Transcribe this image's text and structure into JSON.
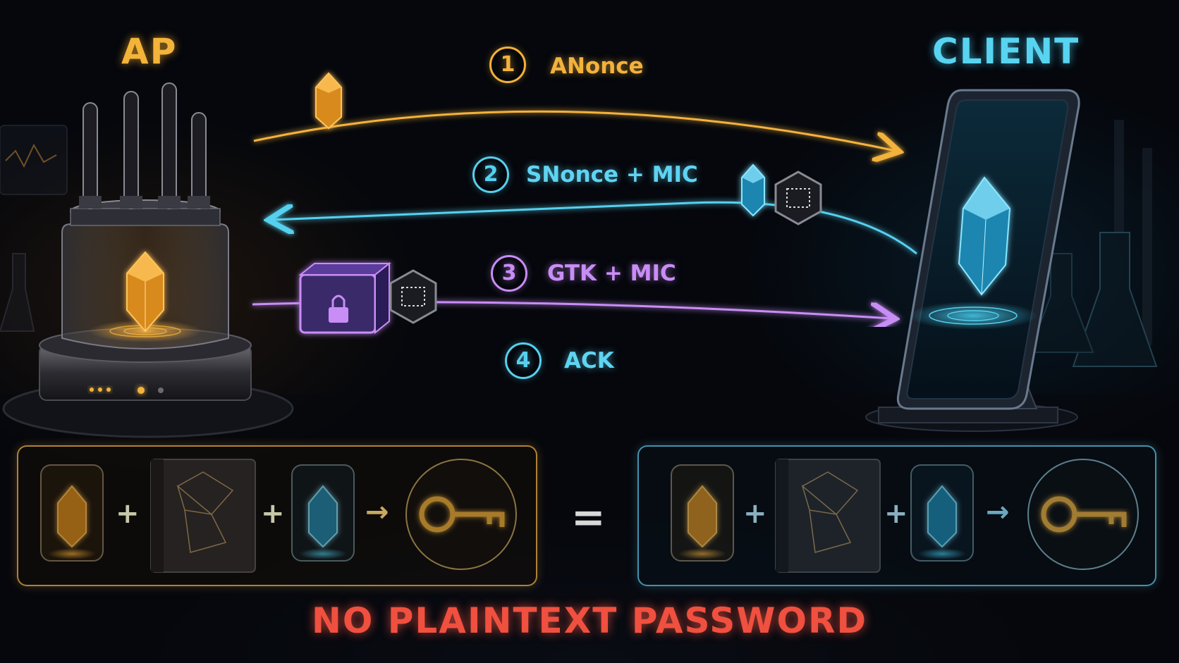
{
  "ap_title": "AP",
  "client_title": "CLIENT",
  "steps": [
    {
      "number": "1",
      "label": "ANonce",
      "direction": "ap-to-client",
      "color": "#f3b23c"
    },
    {
      "number": "2",
      "label": "SNonce + MIC",
      "direction": "client-to-ap",
      "color": "#57d0ef"
    },
    {
      "number": "3",
      "label": "GTK + MIC",
      "direction": "ap-to-client",
      "color": "#c98df6"
    },
    {
      "number": "4",
      "label": "ACK",
      "direction": "client-to-ap",
      "color": "#57d0ef"
    }
  ],
  "derivation": {
    "plus": "+",
    "arrow": "→",
    "equals": "=",
    "ap_parts": [
      "anonce-crystal-icon",
      "passphrase-book-icon",
      "snonce-crystal-icon",
      "key-icon"
    ],
    "client_parts": [
      "anonce-crystal-icon",
      "passphrase-book-icon",
      "snonce-crystal-icon",
      "key-icon"
    ]
  },
  "warning": "NO PLAINTEXT PASSWORD",
  "colors": {
    "ap_accent": "#f3b23c",
    "client_accent": "#57d0ef",
    "gtk_accent": "#c98df6",
    "warning": "#f0503f"
  }
}
